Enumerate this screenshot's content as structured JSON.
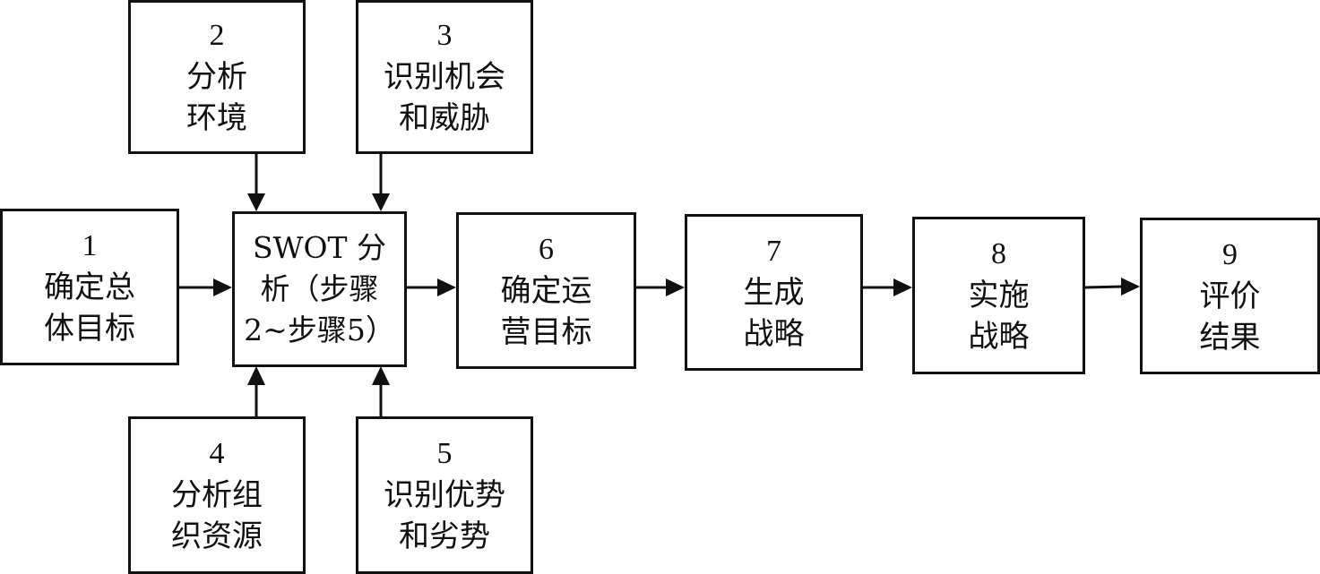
{
  "boxes": {
    "b1": {
      "num": "1",
      "lines": [
        "确定总",
        "体目标"
      ]
    },
    "b2": {
      "num": "2",
      "lines": [
        "分析",
        "环境"
      ]
    },
    "b3": {
      "num": "3",
      "lines": [
        "识别机会",
        "和威胁"
      ]
    },
    "b4": {
      "num": "4",
      "lines": [
        "分析组",
        "织资源"
      ]
    },
    "b5": {
      "num": "5",
      "lines": [
        "识别优势",
        "和劣势"
      ]
    },
    "swot": {
      "lines": [
        "SWOT 分",
        "析（步骤",
        "2~步骤5）"
      ]
    },
    "b6": {
      "num": "6",
      "lines": [
        "确定运",
        "营目标"
      ]
    },
    "b7": {
      "num": "7",
      "lines": [
        "生成",
        "战略"
      ]
    },
    "b8": {
      "num": "8",
      "lines": [
        "实施",
        "战略"
      ]
    },
    "b9": {
      "num": "9",
      "lines": [
        "评价",
        "结果"
      ]
    }
  },
  "colors": {
    "stroke": "#111111",
    "background": "#ffffff"
  }
}
